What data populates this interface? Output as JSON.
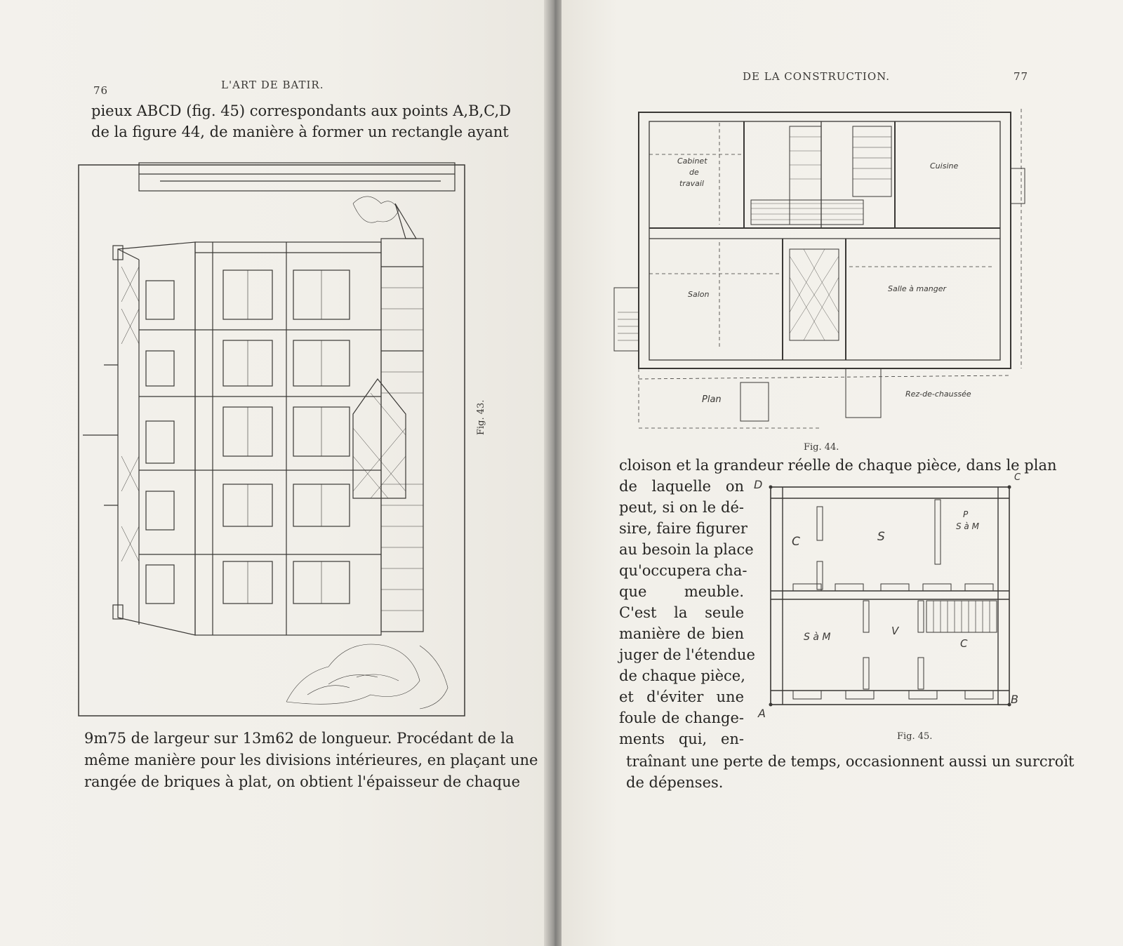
{
  "left_page": {
    "page_number": "76",
    "running_head": "L'ART DE BATIR.",
    "text_top": [
      "pieux ABCD (fig. 45) correspondants aux points A,B,C,D",
      "de la figure 44, de manière à former un rectangle ayant"
    ],
    "figure_caption": "Fig. 43.",
    "text_bottom": [
      "9m75 de largeur sur 13m62 de longueur. Procédant de la",
      "même manière pour les divisions intérieures, en plaçant une",
      "rangée de briques à plat, on obtient l'épaisseur de chaque"
    ]
  },
  "right_page": {
    "running_head": "DE LA CONSTRUCTION.",
    "page_number": "77",
    "fig44": {
      "caption": "Fig. 44.",
      "labels": {
        "cabinet1": "Cabinet",
        "cabinet2": "de",
        "cabinet3": "travail",
        "cuisine": "Cuisine",
        "salon": "Salon",
        "salle": "Salle à manger",
        "plan": "Plan",
        "rez": "Rez-de-chaussée"
      }
    },
    "text_full_top": "cloison et la grandeur réelle de chaque pièce, dans le plan",
    "text_narrow": [
      "de laquelle on",
      "peut, si on le dé-",
      "sire, faire figurer",
      "au besoin la place",
      "qu'occupera cha-",
      "que meuble.",
      "C'est la seule",
      "manière de bien",
      "juger de l'étendue",
      "de chaque pièce,",
      "et d'éviter une",
      "foule de change-",
      "ments qui, en-"
    ],
    "text_full_bottom": [
      "traînant une perte de temps, occasionnent aussi un surcroît",
      "de dépenses."
    ],
    "fig45": {
      "caption": "Fig. 45.",
      "corner_a": "A",
      "corner_b": "B",
      "corner_c": "C",
      "corner_d": "D",
      "room_c1": "C",
      "room_s": "S",
      "room_p": "P",
      "room_sam1": "S à M",
      "room_sam2": "S à M",
      "room_v": "V",
      "room_c2": "C"
    }
  }
}
